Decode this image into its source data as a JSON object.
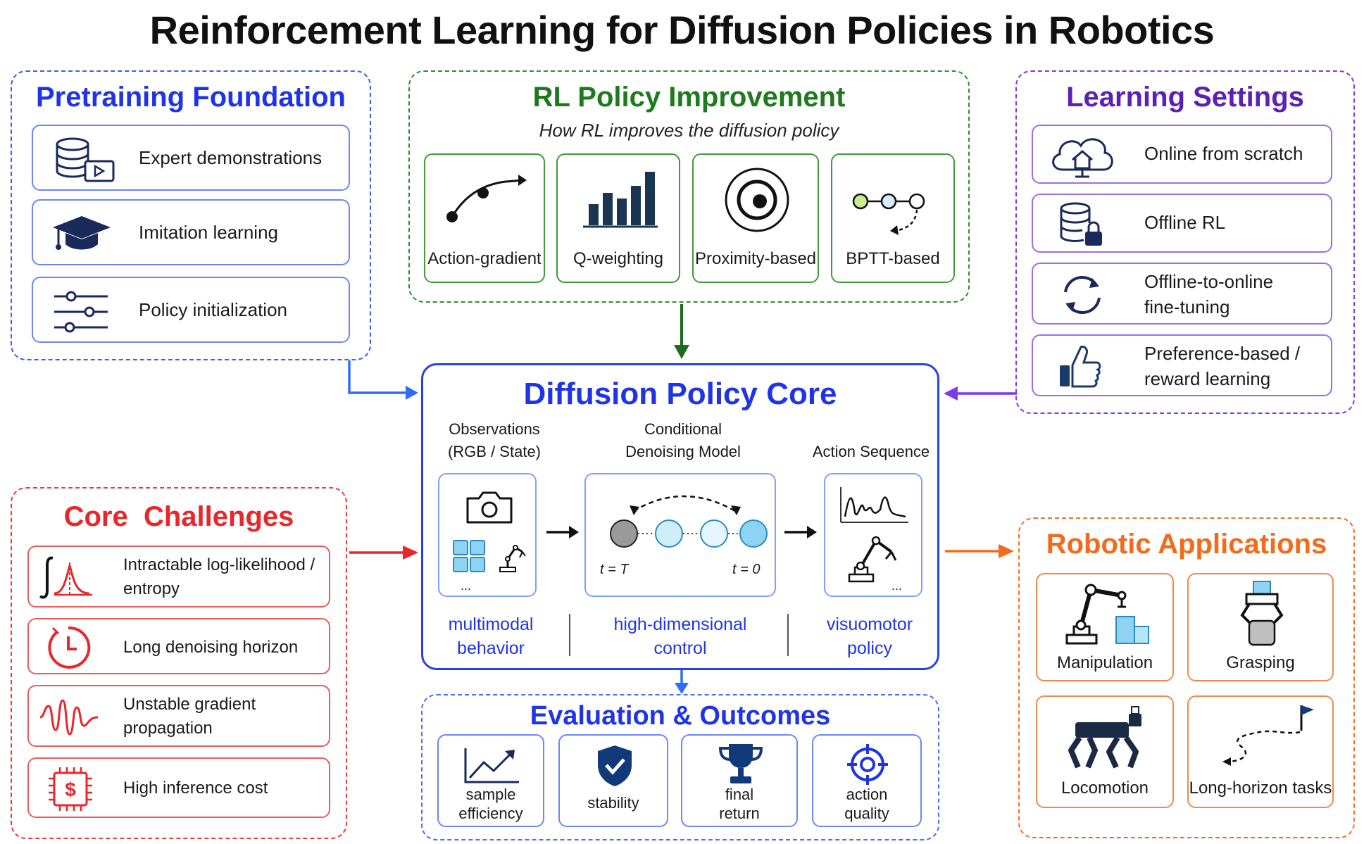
{
  "title": "Reinforcement Learning for Diffusion Policies in Robotics",
  "colors": {
    "blue": "#1f34e6",
    "green": "#1d7a1d",
    "purple": "#6d2fd6",
    "red": "#e8262c",
    "orange": "#f26a1b",
    "core": "#2741e6"
  },
  "pretraining": {
    "title": "Pretraining Foundation",
    "items": [
      {
        "label": "Expert demonstrations",
        "icon": "database-video-icon"
      },
      {
        "label": "Imitation learning",
        "icon": "graduation-cap-icon"
      },
      {
        "label": "Policy initialization",
        "icon": "sliders-icon"
      }
    ]
  },
  "rl": {
    "title": "RL Policy Improvement",
    "subtitle": "How RL improves the diffusion policy",
    "items": [
      {
        "label": "Action-gradient",
        "icon": "gradient-arrow-icon"
      },
      {
        "label": "Q-weighting",
        "icon": "bar-chart-icon"
      },
      {
        "label": "Proximity-based",
        "icon": "target-icon"
      },
      {
        "label": "BPTT-based",
        "icon": "backprop-chain-icon"
      }
    ]
  },
  "settings": {
    "title": "Learning Settings",
    "items": [
      {
        "line1": "Online from scratch",
        "line2": "",
        "icon": "cloud-home-icon"
      },
      {
        "line1": "Offline RL",
        "line2": "",
        "icon": "database-lock-icon"
      },
      {
        "line1": "Offline-to-online",
        "line2": "fine-tuning",
        "icon": "refresh-icon"
      },
      {
        "line1": "Preference-based /",
        "line2": "reward learning",
        "icon": "thumbs-up-icon"
      }
    ]
  },
  "core": {
    "title": "Diffusion Policy Core",
    "obs_line1": "Observations",
    "obs_line2": "(RGB / State)",
    "model_line1": "Conditional",
    "model_line2": "Denoising Model",
    "action_label": "Action Sequence",
    "t_start": "t = T",
    "t_end": "t = 0",
    "ellipsis": "...",
    "props": [
      {
        "line1": "multimodal",
        "line2": "behavior"
      },
      {
        "line1": "high-dimensional",
        "line2": "control"
      },
      {
        "line1": "visuomotor",
        "line2": "policy"
      }
    ]
  },
  "challenges": {
    "title": "Core  Challenges",
    "items": [
      {
        "line1": "Intractable log-likelihood /",
        "line2": "entropy",
        "icon": "integral-icon"
      },
      {
        "line1": "Long denoising horizon",
        "line2": "",
        "icon": "clock-icon"
      },
      {
        "line1": "Unstable gradient",
        "line2": "propagation",
        "icon": "wave-icon"
      },
      {
        "line1": "High inference cost",
        "line2": "",
        "icon": "chip-dollar-icon"
      }
    ]
  },
  "evaluation": {
    "title": "Evaluation & Outcomes",
    "items": [
      {
        "line1": "sample",
        "line2": "efficiency",
        "icon": "trend-up-icon"
      },
      {
        "line1": "stability",
        "line2": "",
        "icon": "shield-check-icon"
      },
      {
        "line1": "final",
        "line2": "return",
        "icon": "trophy-icon"
      },
      {
        "line1": "action",
        "line2": "quality",
        "icon": "crosshair-icon"
      }
    ]
  },
  "applications": {
    "title": "Robotic Applications",
    "items": [
      {
        "label": "Manipulation",
        "icon": "robot-arm-icon"
      },
      {
        "label": "Grasping",
        "icon": "gripper-icon"
      },
      {
        "label": "Locomotion",
        "icon": "quadruped-icon"
      },
      {
        "label": "Long-horizon tasks",
        "icon": "path-flag-icon"
      }
    ]
  }
}
